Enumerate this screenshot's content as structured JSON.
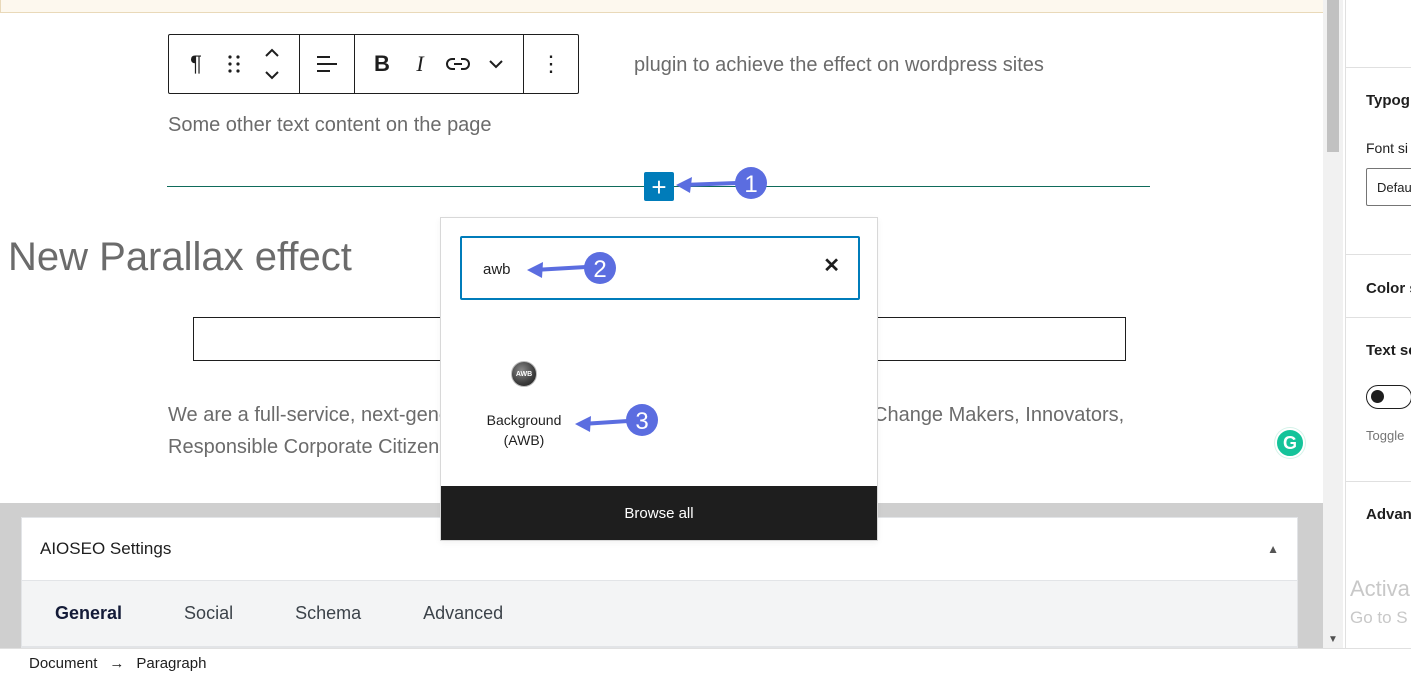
{
  "block_toolbar": {
    "buttons": [
      {
        "name": "paragraph-icon",
        "label": "¶"
      },
      {
        "name": "drag-handle-icon"
      },
      {
        "name": "move-up-down-icon"
      },
      {
        "name": "align-icon"
      },
      {
        "name": "bold-icon",
        "label": "B"
      },
      {
        "name": "italic-icon",
        "label": "I"
      },
      {
        "name": "link-icon"
      },
      {
        "name": "more-formatting-icon"
      },
      {
        "name": "options-icon",
        "label": "⋮"
      }
    ]
  },
  "content": {
    "paragraph_1_tail": "plugin to achieve the effect on wordpress sites",
    "paragraph_2": "Some other text content on the page",
    "heading": "New Parallax effect",
    "paragraph_3_line1_start": "We are a full-service, next-gene",
    "paragraph_3_line1_end": "Change Makers, Innovators,",
    "paragraph_3_line2": "Responsible Corporate Citizens"
  },
  "inserter": {
    "add_button_label": "+",
    "search_value": "awb",
    "clear_label": "✕",
    "result_logo_text": "AWB",
    "result_label_line1": "Background",
    "result_label_line2": "(AWB)",
    "browse_all_label": "Browse all"
  },
  "annotations": [
    {
      "number": "1"
    },
    {
      "number": "2"
    },
    {
      "number": "3"
    }
  ],
  "annotation_color": "#5b6de0",
  "aioseo": {
    "title": "AIOSEO Settings",
    "tabs": [
      {
        "label": "General",
        "active": true
      },
      {
        "label": "Social",
        "active": false
      },
      {
        "label": "Schema",
        "active": false
      },
      {
        "label": "Advanced",
        "active": false
      }
    ]
  },
  "sidebar": {
    "typography_title": "Typog",
    "font_size_label": "Font si",
    "font_size_value": "Defau",
    "color_title": "Color s",
    "text_selection_title": "Text se",
    "toggle_help": "Toggle",
    "advanced_title": "Advan",
    "watermark_line1": "Activa",
    "watermark_line2": "Go to S"
  },
  "footer": {
    "crumb_1": "Document",
    "separator": "→",
    "crumb_2": "Paragraph"
  },
  "colors": {
    "primary": "#007cba",
    "grammarly": "#15c39a",
    "dark": "#1e1e1e"
  }
}
